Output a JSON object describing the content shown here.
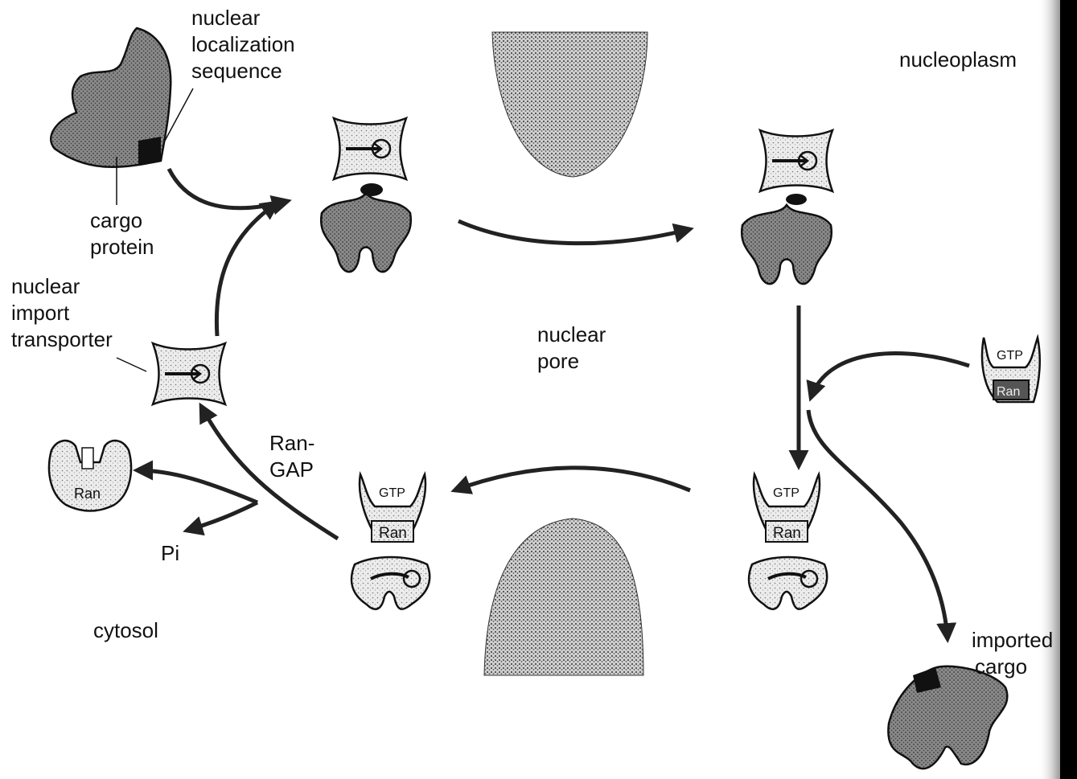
{
  "labels": {
    "nuclear_localization_sequence": [
      "nuclear",
      "localization",
      "sequence"
    ],
    "nucleoplasm": "nucleoplasm",
    "cargo_protein": [
      "cargo",
      "protein"
    ],
    "nuclear_import_transporter": [
      "nuclear",
      "import",
      "transporter"
    ],
    "nuclear_pore": [
      "nuclear",
      "pore"
    ],
    "ran_gap": [
      "Ran-",
      "GAP"
    ],
    "pi": "Pi",
    "cytosol": "cytosol",
    "imported_cargo": [
      "imported",
      "cargo"
    ],
    "gtp": "GTP",
    "ran": "Ran"
  },
  "colors": {
    "ink": "#111111",
    "light_fill": "#e4e4e4",
    "dark_fill": "#7a7a7a",
    "arrow_fill": "#9a9a9a"
  }
}
